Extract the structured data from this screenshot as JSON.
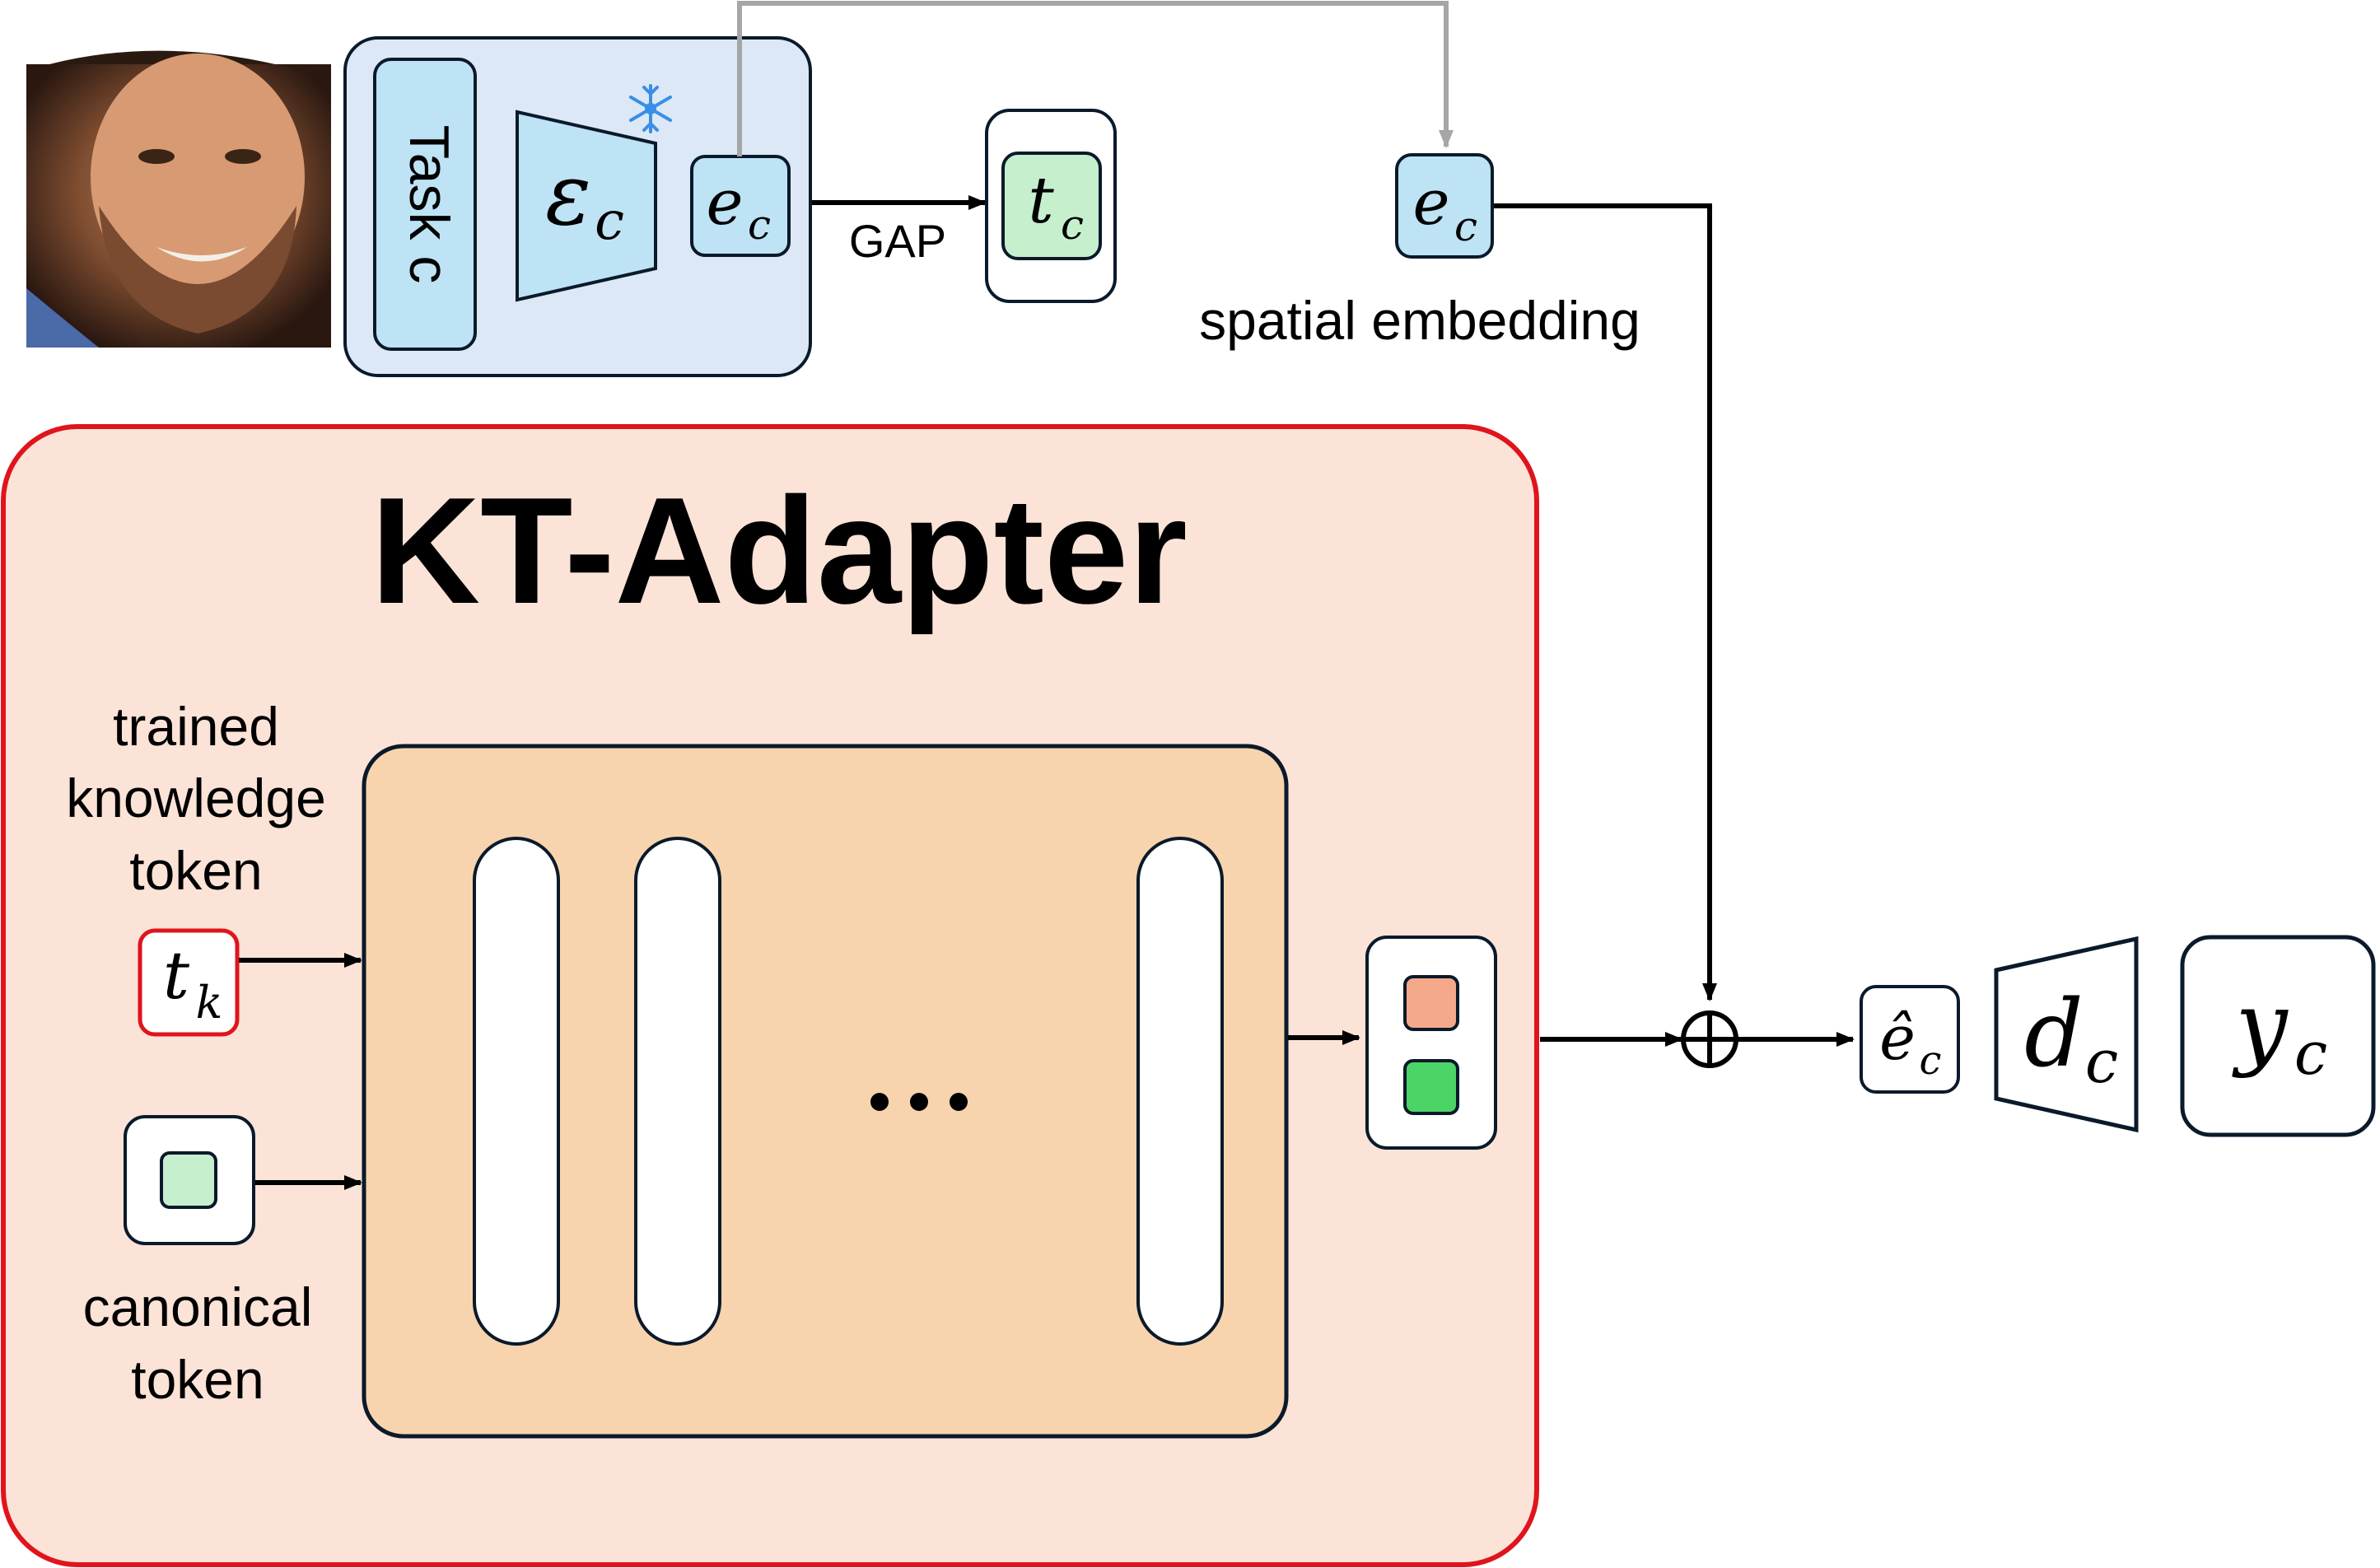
{
  "encoder_block": {
    "task_label": "Task c",
    "encoder_symbol": "ε",
    "encoder_subscript": "c",
    "embedding_symbol": "e",
    "embedding_subscript": "c",
    "frozen_icon": "snowflake-icon"
  },
  "gap_label": "GAP",
  "task_token": {
    "symbol": "t",
    "subscript": "c"
  },
  "spatial_embedding": {
    "symbol": "e",
    "subscript": "c",
    "caption": "spatial embedding"
  },
  "adapter": {
    "title": "KT-Adapter",
    "trained_token_caption": [
      "trained",
      "knowledge",
      "token"
    ],
    "trained_token_symbol": "t",
    "trained_token_subscript": "k",
    "canonical_token_caption": [
      "canonical",
      "token"
    ],
    "ellipsis": "•••"
  },
  "output": {
    "refined_embedding_symbol": "ê",
    "refined_embedding_subscript": "c",
    "decoder_symbol": "d",
    "decoder_subscript": "c",
    "prediction_symbol": "y",
    "prediction_subscript": "c",
    "fuse_operator": "⊕"
  },
  "colors": {
    "encoder_fill": "#dce8f6",
    "encoder_item_fill": "#bde3f5",
    "task_token_fill": "#c6efce",
    "adapter_fill": "#fbe3d7",
    "adapter_border": "#e0141c",
    "transformer_fill": "#f7d4ad",
    "orange_token": "#f4a98a",
    "green_token": "#4cd466",
    "gray_arrow": "#a6a6a6"
  }
}
